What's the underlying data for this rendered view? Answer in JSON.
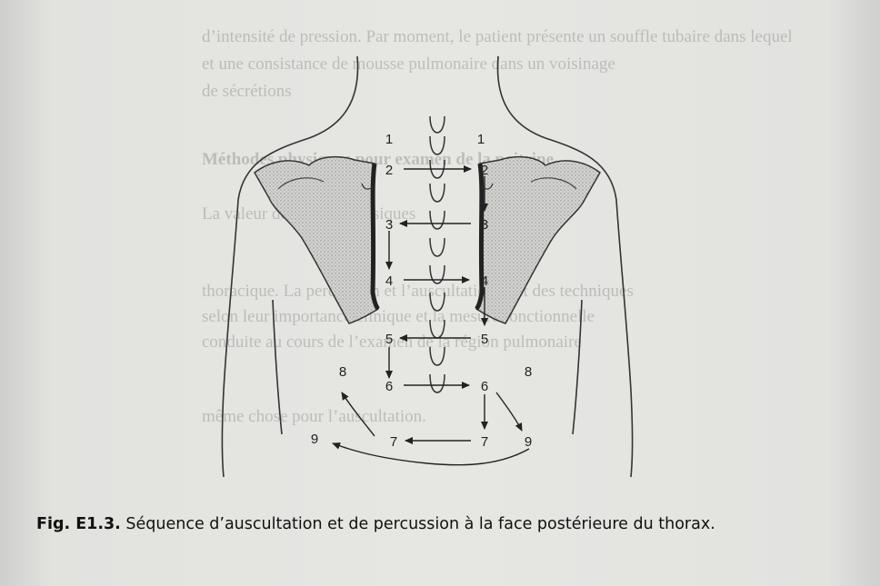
{
  "caption": {
    "label": "Fig. E1.3.",
    "text": "Séquence d’auscultation et de percussion à la face postérieure du thorax."
  },
  "sequence_numbers": {
    "left": [
      "1",
      "2",
      "3",
      "4",
      "5",
      "6",
      "7",
      "8",
      "9"
    ],
    "right": [
      "1",
      "2",
      "3",
      "4",
      "5",
      "6",
      "7",
      "8",
      "9"
    ]
  },
  "bleed_through": [
    "d’intensité de pression. Par moment, le patient présente un souffle tubaire dans lequel",
    "et une consistance de mousse pulmonaire dans un voisinage",
    "de sécrétions",
    "Méthodes physiques pour examen de la poitrine",
    "La valeur des signes physiques",
    "thoracique. La percussion et l’auscultation sont des techniques",
    "selon leur importance clinique et la mesure fonctionnelle",
    "conduite au cours de l’examen de la région pulmonaire",
    "même chose pour l’auscultation."
  ]
}
